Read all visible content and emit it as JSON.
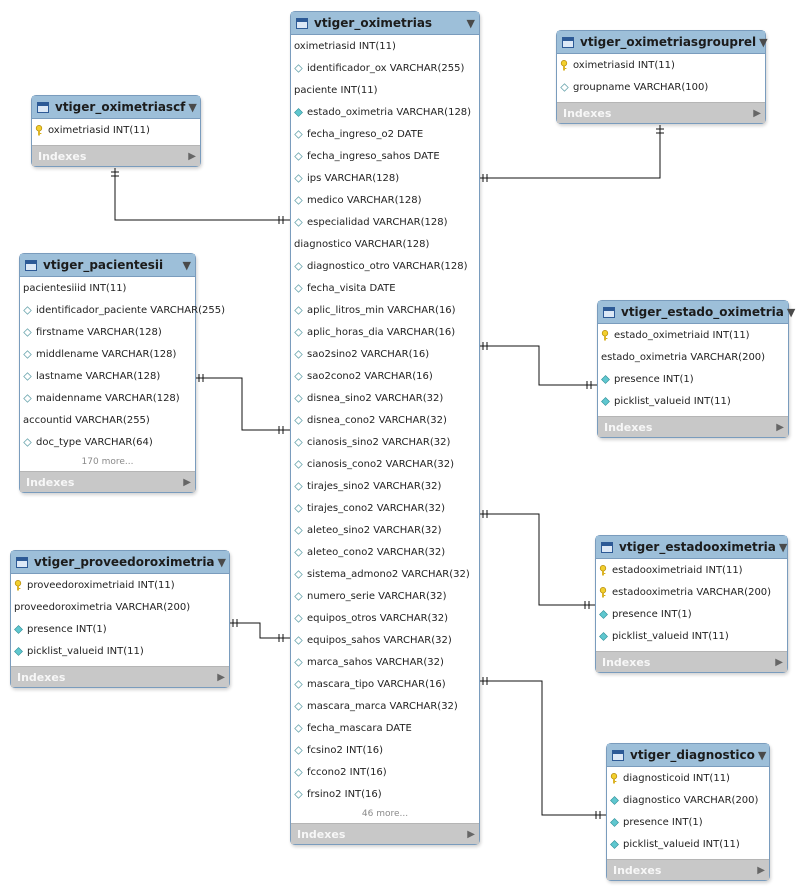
{
  "indexes_label": "Indexes",
  "tables": [
    {
      "id": "oximetrias",
      "name": "vtiger_oximetrias",
      "columns": [
        {
          "text": "oximetriasid INT(11)",
          "kind": "none"
        },
        {
          "text": "identificador_ox VARCHAR(255)",
          "kind": "null"
        },
        {
          "text": "paciente INT(11)",
          "kind": "none"
        },
        {
          "text": "estado_oximetria VARCHAR(128)",
          "kind": "fk"
        },
        {
          "text": "fecha_ingreso_o2 DATE",
          "kind": "null"
        },
        {
          "text": "fecha_ingreso_sahos DATE",
          "kind": "null"
        },
        {
          "text": "ips VARCHAR(128)",
          "kind": "null"
        },
        {
          "text": "medico VARCHAR(128)",
          "kind": "null"
        },
        {
          "text": "especialidad VARCHAR(128)",
          "kind": "null"
        },
        {
          "text": "diagnostico VARCHAR(128)",
          "kind": "none"
        },
        {
          "text": "diagnostico_otro VARCHAR(128)",
          "kind": "null"
        },
        {
          "text": "fecha_visita DATE",
          "kind": "null"
        },
        {
          "text": "aplic_litros_min VARCHAR(16)",
          "kind": "null"
        },
        {
          "text": "aplic_horas_dia VARCHAR(16)",
          "kind": "null"
        },
        {
          "text": "sao2sino2 VARCHAR(16)",
          "kind": "null"
        },
        {
          "text": "sao2cono2 VARCHAR(16)",
          "kind": "null"
        },
        {
          "text": "disnea_sino2 VARCHAR(32)",
          "kind": "null"
        },
        {
          "text": "disnea_cono2 VARCHAR(32)",
          "kind": "null"
        },
        {
          "text": "cianosis_sino2 VARCHAR(32)",
          "kind": "null"
        },
        {
          "text": "cianosis_cono2 VARCHAR(32)",
          "kind": "null"
        },
        {
          "text": "tirajes_sino2 VARCHAR(32)",
          "kind": "null"
        },
        {
          "text": "tirajes_cono2 VARCHAR(32)",
          "kind": "null"
        },
        {
          "text": "aleteo_sino2 VARCHAR(32)",
          "kind": "null"
        },
        {
          "text": "aleteo_cono2 VARCHAR(32)",
          "kind": "null"
        },
        {
          "text": "sistema_admono2 VARCHAR(32)",
          "kind": "null"
        },
        {
          "text": "numero_serie VARCHAR(32)",
          "kind": "null"
        },
        {
          "text": "equipos_otros VARCHAR(32)",
          "kind": "null"
        },
        {
          "text": "equipos_sahos VARCHAR(32)",
          "kind": "null"
        },
        {
          "text": "marca_sahos VARCHAR(32)",
          "kind": "null"
        },
        {
          "text": "mascara_tipo VARCHAR(16)",
          "kind": "null"
        },
        {
          "text": "mascara_marca VARCHAR(32)",
          "kind": "null"
        },
        {
          "text": "fecha_mascara DATE",
          "kind": "null"
        },
        {
          "text": "fcsino2 INT(16)",
          "kind": "null"
        },
        {
          "text": "fccono2 INT(16)",
          "kind": "null"
        },
        {
          "text": "frsino2 INT(16)",
          "kind": "null"
        }
      ],
      "more": "46 more..."
    },
    {
      "id": "oximetriascf",
      "name": "vtiger_oximetriascf",
      "columns": [
        {
          "text": "oximetriasid INT(11)",
          "kind": "pk"
        }
      ]
    },
    {
      "id": "pacientesii",
      "name": "vtiger_pacientesii",
      "columns": [
        {
          "text": "pacientesiiid INT(11)",
          "kind": "none"
        },
        {
          "text": "identificador_paciente VARCHAR(255)",
          "kind": "null"
        },
        {
          "text": "firstname VARCHAR(128)",
          "kind": "null"
        },
        {
          "text": "middlename VARCHAR(128)",
          "kind": "null"
        },
        {
          "text": "lastname VARCHAR(128)",
          "kind": "null"
        },
        {
          "text": "maidenname VARCHAR(128)",
          "kind": "null"
        },
        {
          "text": "accountid VARCHAR(255)",
          "kind": "none"
        },
        {
          "text": "doc_type VARCHAR(64)",
          "kind": "null"
        }
      ],
      "more": "170 more..."
    },
    {
      "id": "proveedoroximetria",
      "name": "vtiger_proveedoroximetria",
      "columns": [
        {
          "text": "proveedoroximetriaid INT(11)",
          "kind": "pk"
        },
        {
          "text": "proveedoroximetria VARCHAR(200)",
          "kind": "none"
        },
        {
          "text": "presence INT(1)",
          "kind": "fk"
        },
        {
          "text": "picklist_valueid INT(11)",
          "kind": "fk"
        }
      ]
    },
    {
      "id": "oximetriasgrouprel",
      "name": "vtiger_oximetriasgrouprel",
      "columns": [
        {
          "text": "oximetriasid INT(11)",
          "kind": "pk"
        },
        {
          "text": "groupname VARCHAR(100)",
          "kind": "null"
        }
      ]
    },
    {
      "id": "estado_oximetria",
      "name": "vtiger_estado_oximetria",
      "columns": [
        {
          "text": "estado_oximetriaid INT(11)",
          "kind": "pk"
        },
        {
          "text": "estado_oximetria VARCHAR(200)",
          "kind": "none"
        },
        {
          "text": "presence INT(1)",
          "kind": "fk"
        },
        {
          "text": "picklist_valueid INT(11)",
          "kind": "fk"
        }
      ]
    },
    {
      "id": "estadooximetria",
      "name": "vtiger_estadooximetria",
      "columns": [
        {
          "text": "estadooximetriaid INT(11)",
          "kind": "pk"
        },
        {
          "text": "estadooximetria VARCHAR(200)",
          "kind": "pk"
        },
        {
          "text": "presence INT(1)",
          "kind": "fk"
        },
        {
          "text": "picklist_valueid INT(11)",
          "kind": "fk"
        }
      ]
    },
    {
      "id": "diagnostico",
      "name": "vtiger_diagnostico",
      "columns": [
        {
          "text": "diagnosticoid INT(11)",
          "kind": "pk"
        },
        {
          "text": "diagnostico VARCHAR(200)",
          "kind": "fk"
        },
        {
          "text": "presence INT(1)",
          "kind": "fk"
        },
        {
          "text": "picklist_valueid INT(11)",
          "kind": "fk"
        }
      ]
    }
  ],
  "relationships": [
    {
      "from": "oximetrias",
      "to": "oximetriascf"
    },
    {
      "from": "oximetrias",
      "to": "oximetriasgrouprel"
    },
    {
      "from": "oximetrias",
      "to": "pacientesii"
    },
    {
      "from": "oximetrias",
      "to": "proveedoroximetria"
    },
    {
      "from": "oximetrias",
      "to": "estado_oximetria"
    },
    {
      "from": "oximetrias",
      "to": "estadooximetria"
    },
    {
      "from": "oximetrias",
      "to": "diagnostico"
    }
  ]
}
